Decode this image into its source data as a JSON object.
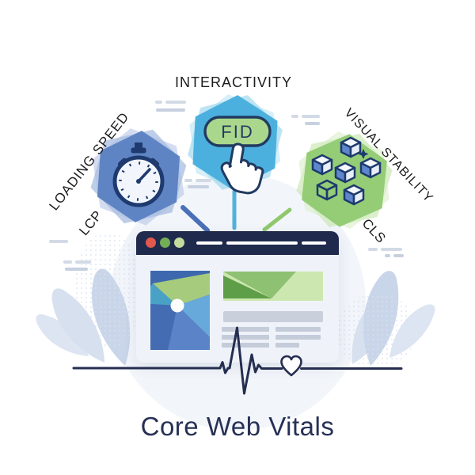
{
  "illustration": {
    "title": "Core Web Vitals"
  },
  "badges": {
    "lcp": {
      "label": "LOADING SPEED",
      "metric": "LCP",
      "icon": "stopwatch-icon",
      "hex_color": "#5c81c3"
    },
    "fid": {
      "label": "INTERACTIVITY",
      "button_label": "FID",
      "icon": "tap-cursor-icon",
      "hex_color": "#47aedd",
      "button_fill": "#a9d88d"
    },
    "cls": {
      "label": "VISUAL STABILITY",
      "metric": "CLS",
      "icon": "cubes-icon",
      "hex_color": "#90ca72"
    }
  },
  "browser": {
    "bar_color": "#1f2a4d",
    "traffic_lights": [
      "#e2584c",
      "#73ad57",
      "#c3dc9e"
    ]
  },
  "heartbeat": {
    "icon": "heart-icon",
    "color": "#252e50"
  },
  "outline_color": "#1e3a6e"
}
